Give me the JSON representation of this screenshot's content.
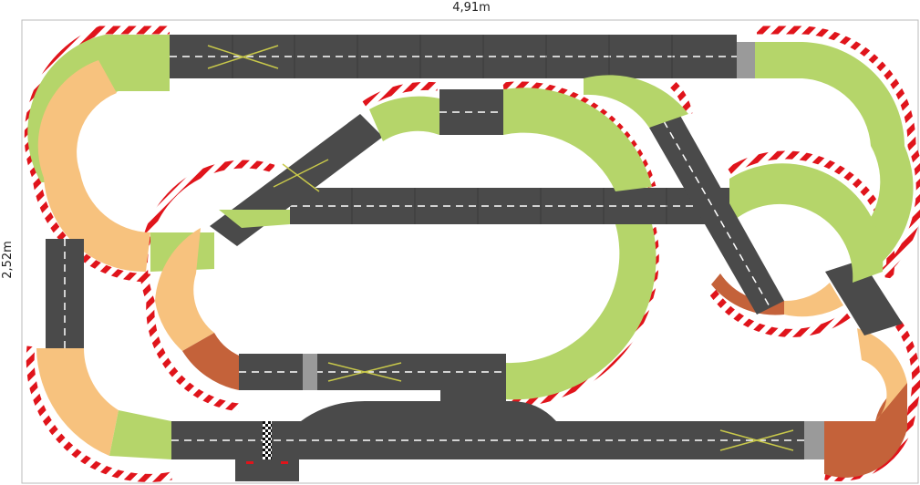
{
  "dimensions": {
    "width_label": "4,91m",
    "height_label": "2,52m"
  },
  "colors": {
    "asphalt": "#4a4a4a",
    "asphalt_edge": "#3a3a3a",
    "lane_dash": "#ffffff",
    "curve_green": "#b5d56a",
    "curve_orange": "#f7c27e",
    "curve_red": "#c4623a",
    "kerb_red": "#e0141b",
    "kerb_white": "#ffffff",
    "connector_grey": "#9a9a9a",
    "crossing_yellow": "#c8c84a",
    "border": "#bbbbbb"
  },
  "legend_semantics": {
    "start_finish": "start-finish-line",
    "lane_change": "lane-change-crossing"
  }
}
